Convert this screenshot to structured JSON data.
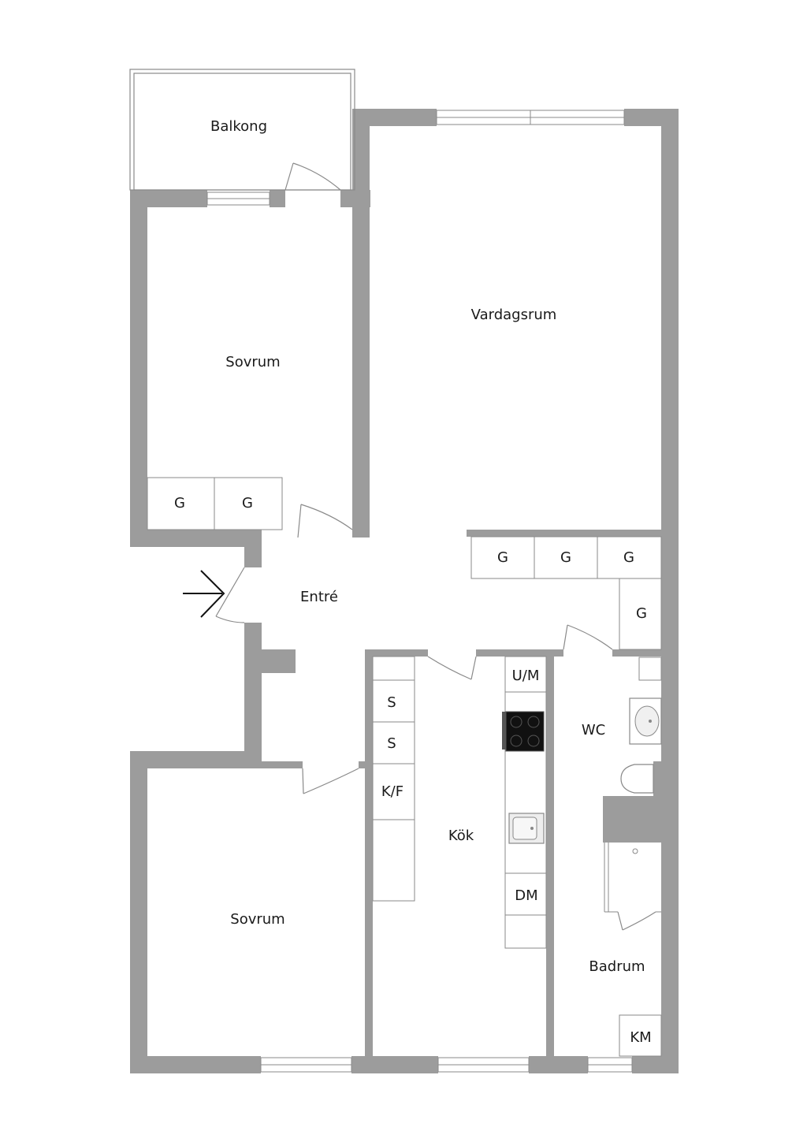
{
  "rooms": {
    "balkong": "Balkong",
    "vardagsrum": "Vardagsrum",
    "sovrum_top": "Sovrum",
    "entre": "Entré",
    "sovrum_bottom": "Sovrum",
    "kok": "Kök",
    "wc": "WC",
    "badrum": "Badrum"
  },
  "fixtures": {
    "garderob": "G",
    "skap": "S",
    "kyl_frys": "K/F",
    "ugn_mikro": "U/M",
    "diskmaskin": "DM",
    "kladmaskin": "KM"
  },
  "colors": {
    "wall": "#9c9c9c",
    "line": "#8a8a8a",
    "stove": "#111111"
  }
}
